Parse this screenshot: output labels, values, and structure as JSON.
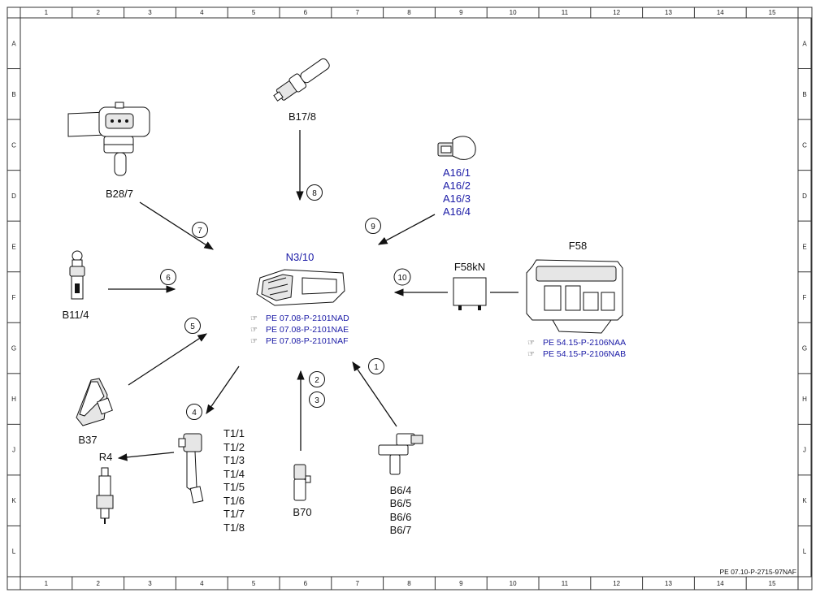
{
  "columns": [
    "1",
    "2",
    "3",
    "4",
    "5",
    "6",
    "7",
    "8",
    "9",
    "10",
    "11",
    "12",
    "13",
    "14",
    "15"
  ],
  "rows": [
    "A",
    "B",
    "C",
    "D",
    "E",
    "F",
    "G",
    "H",
    "J",
    "K",
    "L"
  ],
  "footer_code": "PE 07.10-P-2715-97NAF",
  "components": {
    "b17_8": "B17/8",
    "b28_7": "B28/7",
    "a16": [
      "A16/1",
      "A16/2",
      "A16/3",
      "A16/4"
    ],
    "n3_10": "N3/10",
    "n3_10_refs": [
      "PE 07.08-P-2101NAD",
      "PE 07.08-P-2101NAE",
      "PE 07.08-P-2101NAF"
    ],
    "f58": "F58",
    "f58kn": "F58kN",
    "f58_refs": [
      "PE 54.15-P-2106NAA",
      "PE 54.15-P-2106NAB"
    ],
    "b11_4": "B11/4",
    "b37": "B37",
    "r4": "R4",
    "t1": [
      "T1/1",
      "T1/2",
      "T1/3",
      "T1/4",
      "T1/5",
      "T1/6",
      "T1/7",
      "T1/8"
    ],
    "b70": "B70",
    "b6": [
      "B6/4",
      "B6/5",
      "B6/6",
      "B6/7"
    ]
  },
  "markers": [
    "1",
    "2",
    "3",
    "4",
    "5",
    "6",
    "7",
    "8",
    "9",
    "10"
  ],
  "colors": {
    "line": "#111111",
    "blue_text": "#1a1aa6",
    "frame": "#333333"
  }
}
